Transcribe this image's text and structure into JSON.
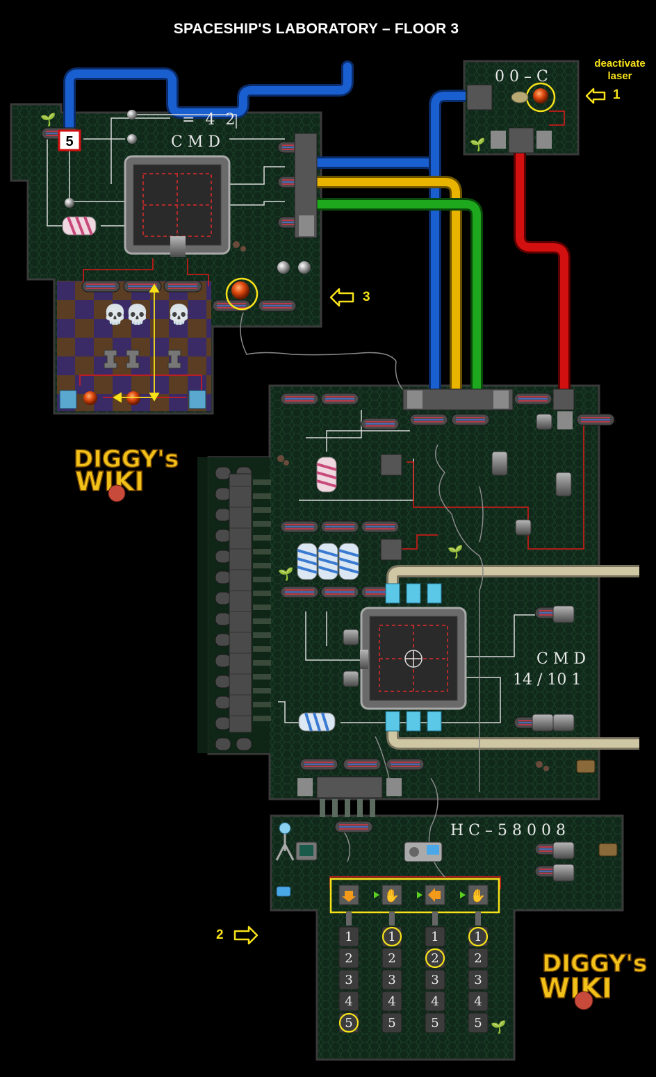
{
  "title": "SPACESHIP'S LABORATORY – FLOOR 3",
  "notes": {
    "deactivate_line1": "deactivate",
    "deactivate_line2": "laser",
    "step1": "1",
    "step2": "2",
    "step3": "3"
  },
  "badge": "5",
  "panels": {
    "top_left_code": "= 4 2",
    "top_left_cmd": "C M D",
    "top_right_code": "0 0 – C",
    "main_cmd": "C M D",
    "main_ratio": "14 / 10 1",
    "bottom_code": "H C – 5 8 0 0 8"
  },
  "combination_columns": [
    {
      "digits": [
        "1",
        "2",
        "3",
        "4",
        "5"
      ],
      "highlighted": "5"
    },
    {
      "digits": [
        "1",
        "2",
        "3",
        "4",
        "5"
      ],
      "highlighted": "1"
    },
    {
      "digits": [
        "1",
        "2",
        "3",
        "4",
        "5"
      ],
      "highlighted": "2"
    },
    {
      "digits": [
        "1",
        "2",
        "3",
        "4",
        "5"
      ],
      "highlighted": "1"
    }
  ],
  "watermark": {
    "line1": "DIGGY's",
    "line2": "WIKI"
  },
  "colors": {
    "blue_pipe": "#1a5fd0",
    "yellow_pipe": "#e8b400",
    "green_pipe": "#1ea81e",
    "red_pipe": "#d21010",
    "highlight": "#f7e21a",
    "floor": "#13301a"
  }
}
